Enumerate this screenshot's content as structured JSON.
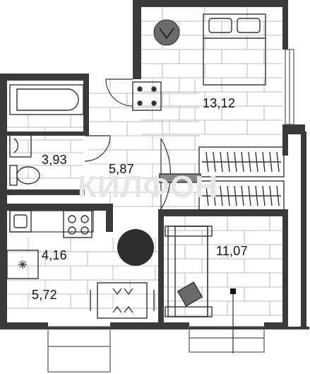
{
  "floorplan": {
    "watermark": "КИЛФОН",
    "rooms": [
      {
        "id": "bedroom",
        "area": "13,12"
      },
      {
        "id": "bathroom",
        "area": "3,93"
      },
      {
        "id": "hallway",
        "area": "5,87"
      },
      {
        "id": "living-room",
        "area": "11,07"
      },
      {
        "id": "kitchen",
        "area": "4,16"
      },
      {
        "id": "dining",
        "area": "5,72"
      }
    ]
  },
  "colors": {
    "wall": "#3a3a3a",
    "floor_lines": "#bdbdbd",
    "furniture": "#333333",
    "column": "#2e2e2e"
  }
}
